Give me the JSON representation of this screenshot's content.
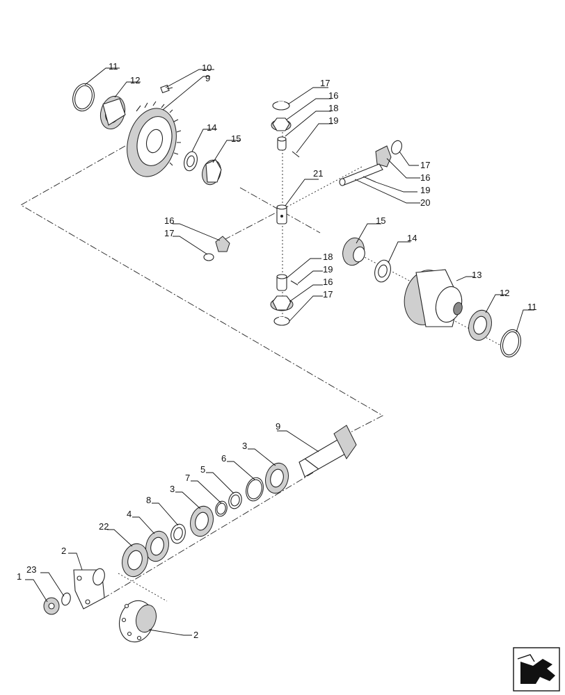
{
  "callouts": {
    "c1": "1",
    "c2a": "2",
    "c2b": "2",
    "c3a": "3",
    "c3b": "3",
    "c4": "4",
    "c5": "5",
    "c6": "6",
    "c7": "7",
    "c8": "8",
    "c9a": "9",
    "c9b": "9",
    "c10": "10",
    "c11a": "11",
    "c11b": "11",
    "c12a": "12",
    "c12b": "12",
    "c13": "13",
    "c14a": "14",
    "c14b": "14",
    "c15a": "15",
    "c15b": "15",
    "c16a": "16",
    "c16b": "16",
    "c16c": "16",
    "c16d": "16",
    "c17a": "17",
    "c17b": "17",
    "c17c": "17",
    "c17d": "17",
    "c18a": "18",
    "c18b": "18",
    "c19a": "19",
    "c19b": "19",
    "c19c": "19",
    "c20": "20",
    "c21": "21",
    "c22": "22",
    "c23": "23"
  },
  "icons": {
    "nav": "return-arrow-icon"
  }
}
